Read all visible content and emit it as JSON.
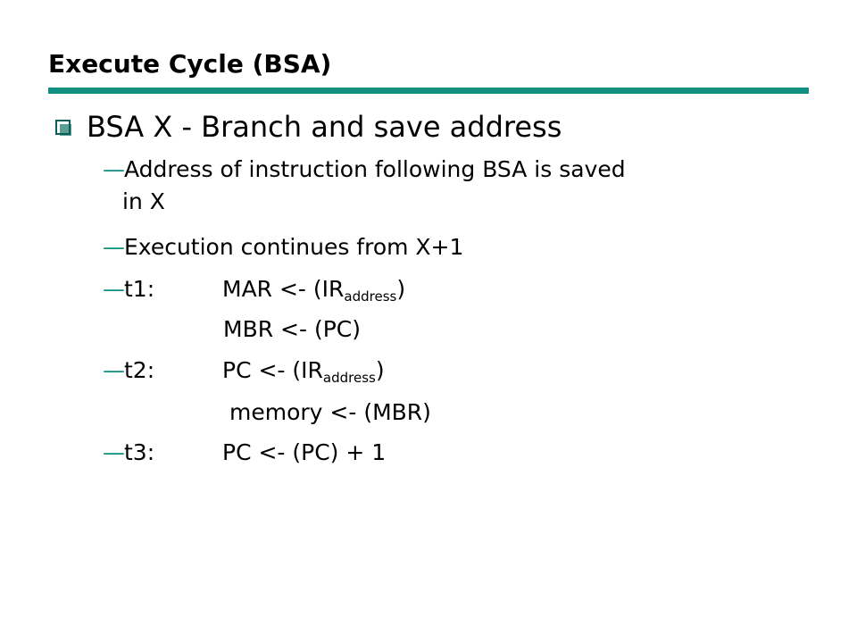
{
  "slide": {
    "title": "Execute Cycle (BSA)",
    "main_bullet": "BSA X - Branch and save address",
    "dash_glyph": "—",
    "lines": {
      "l1a": "Address of instruction following BSA is saved",
      "l1b": "in X",
      "l2": "Execution continues from X+1",
      "t1_label": "t1:",
      "t1_a_pre": "MAR <- (IR",
      "t1_a_sub": "address",
      "t1_a_post": ")",
      "t1_b": "MBR <- (PC)",
      "t2_label": "t2:",
      "t2_a_pre": "PC <- (IR",
      "t2_a_sub": "address",
      "t2_a_post": ")",
      "t2_b": "memory <- (MBR)",
      "t3_label": "t3:",
      "t3_a": "PC <- (PC) + 1"
    },
    "colors": {
      "accent": "#0f8f80",
      "bullet_box": "#0a5f56"
    },
    "bullet_icon": "square-bullet-icon"
  }
}
